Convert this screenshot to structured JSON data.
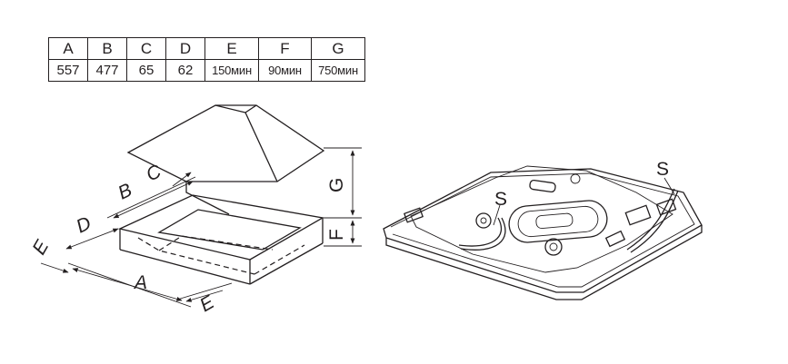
{
  "dimensions_table": {
    "headers": [
      "A",
      "B",
      "C",
      "D",
      "E",
      "F",
      "G"
    ],
    "values": [
      "557",
      "477",
      "65",
      "62",
      "150мин",
      "90мин",
      "750мин"
    ]
  },
  "left_diagram": {
    "labels": {
      "a": "A",
      "b": "B",
      "c": "C",
      "d": "D",
      "e_left": "E",
      "e_right": "E",
      "f": "F",
      "g": "G"
    }
  },
  "right_diagram": {
    "labels": {
      "s_left": "S",
      "s_right": "S"
    }
  }
}
